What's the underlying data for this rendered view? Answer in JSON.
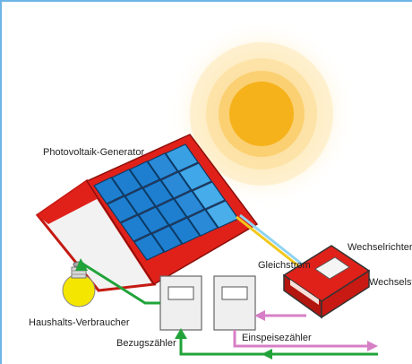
{
  "labels": {
    "generator": "Photovoltaik-Generator",
    "inverter": "Wechselrichter",
    "dc": "Gleichstrom",
    "ac": "Wechselstr",
    "consumer": "Haushalts-Verbraucher",
    "import_meter": "Bezugszähler",
    "export_meter": "Einspeisezähler"
  },
  "colors": {
    "frame": "#6cb5e6",
    "roof": "#e0211a",
    "panel": "#1e7fd0",
    "sun": "#f6b21b",
    "green_arrow": "#22a33a",
    "pink_arrow": "#d77fc6",
    "dc_line_yellow": "#f2c81c",
    "dc_line_blue": "#8fd3f2"
  }
}
